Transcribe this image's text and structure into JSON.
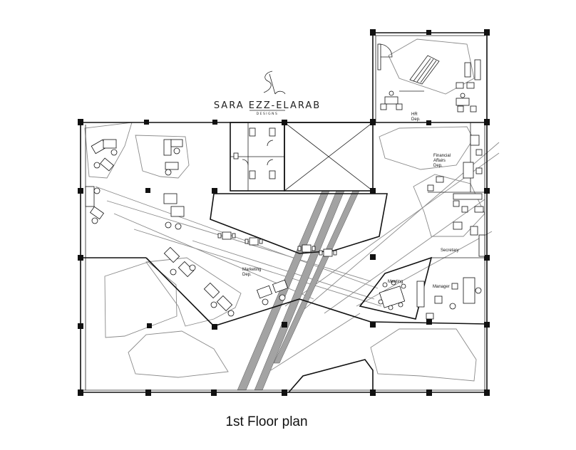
{
  "brand": {
    "name": "SARA EZZ-ELARAB",
    "tagline": "DESIGNS"
  },
  "rooms": {
    "hr": [
      "HR",
      "Dep."
    ],
    "financial": [
      "Financial",
      "Affairs",
      "Dep."
    ],
    "secretary": "Secretary",
    "meeting": "Meeting",
    "manager": "Manager",
    "marketing": [
      "Marketing",
      "Dep."
    ]
  },
  "caption": "1st Floor plan",
  "colors": {
    "ink": "#111111",
    "zone_outline": "#8a8a8a",
    "ramp_fill": "#a3a3a3"
  }
}
